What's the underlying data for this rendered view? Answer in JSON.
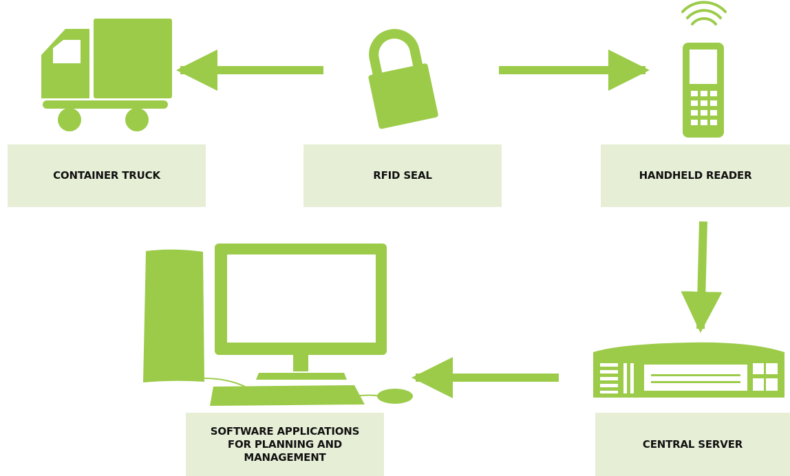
{
  "colors": {
    "accent": "#9ccb4a",
    "label_background": "#e6efd6",
    "text": "#111111"
  },
  "nodes": {
    "truck": {
      "label": "CONTAINER TRUCK",
      "icon": "truck-icon"
    },
    "seal": {
      "label": "RFID SEAL",
      "icon": "padlock-icon"
    },
    "reader": {
      "label": "HANDHELD READER",
      "icon": "handheld-reader-icon"
    },
    "server": {
      "label": "CENTRAL SERVER",
      "icon": "server-icon"
    },
    "software": {
      "label": "SOFTWARE APPLICATIONS\nFOR PLANNING AND\nMANAGEMENT",
      "icon": "desktop-computer-icon"
    }
  },
  "edges": [
    {
      "from": "seal",
      "to": "truck"
    },
    {
      "from": "seal",
      "to": "reader"
    },
    {
      "from": "reader",
      "to": "server"
    },
    {
      "from": "server",
      "to": "software"
    }
  ]
}
